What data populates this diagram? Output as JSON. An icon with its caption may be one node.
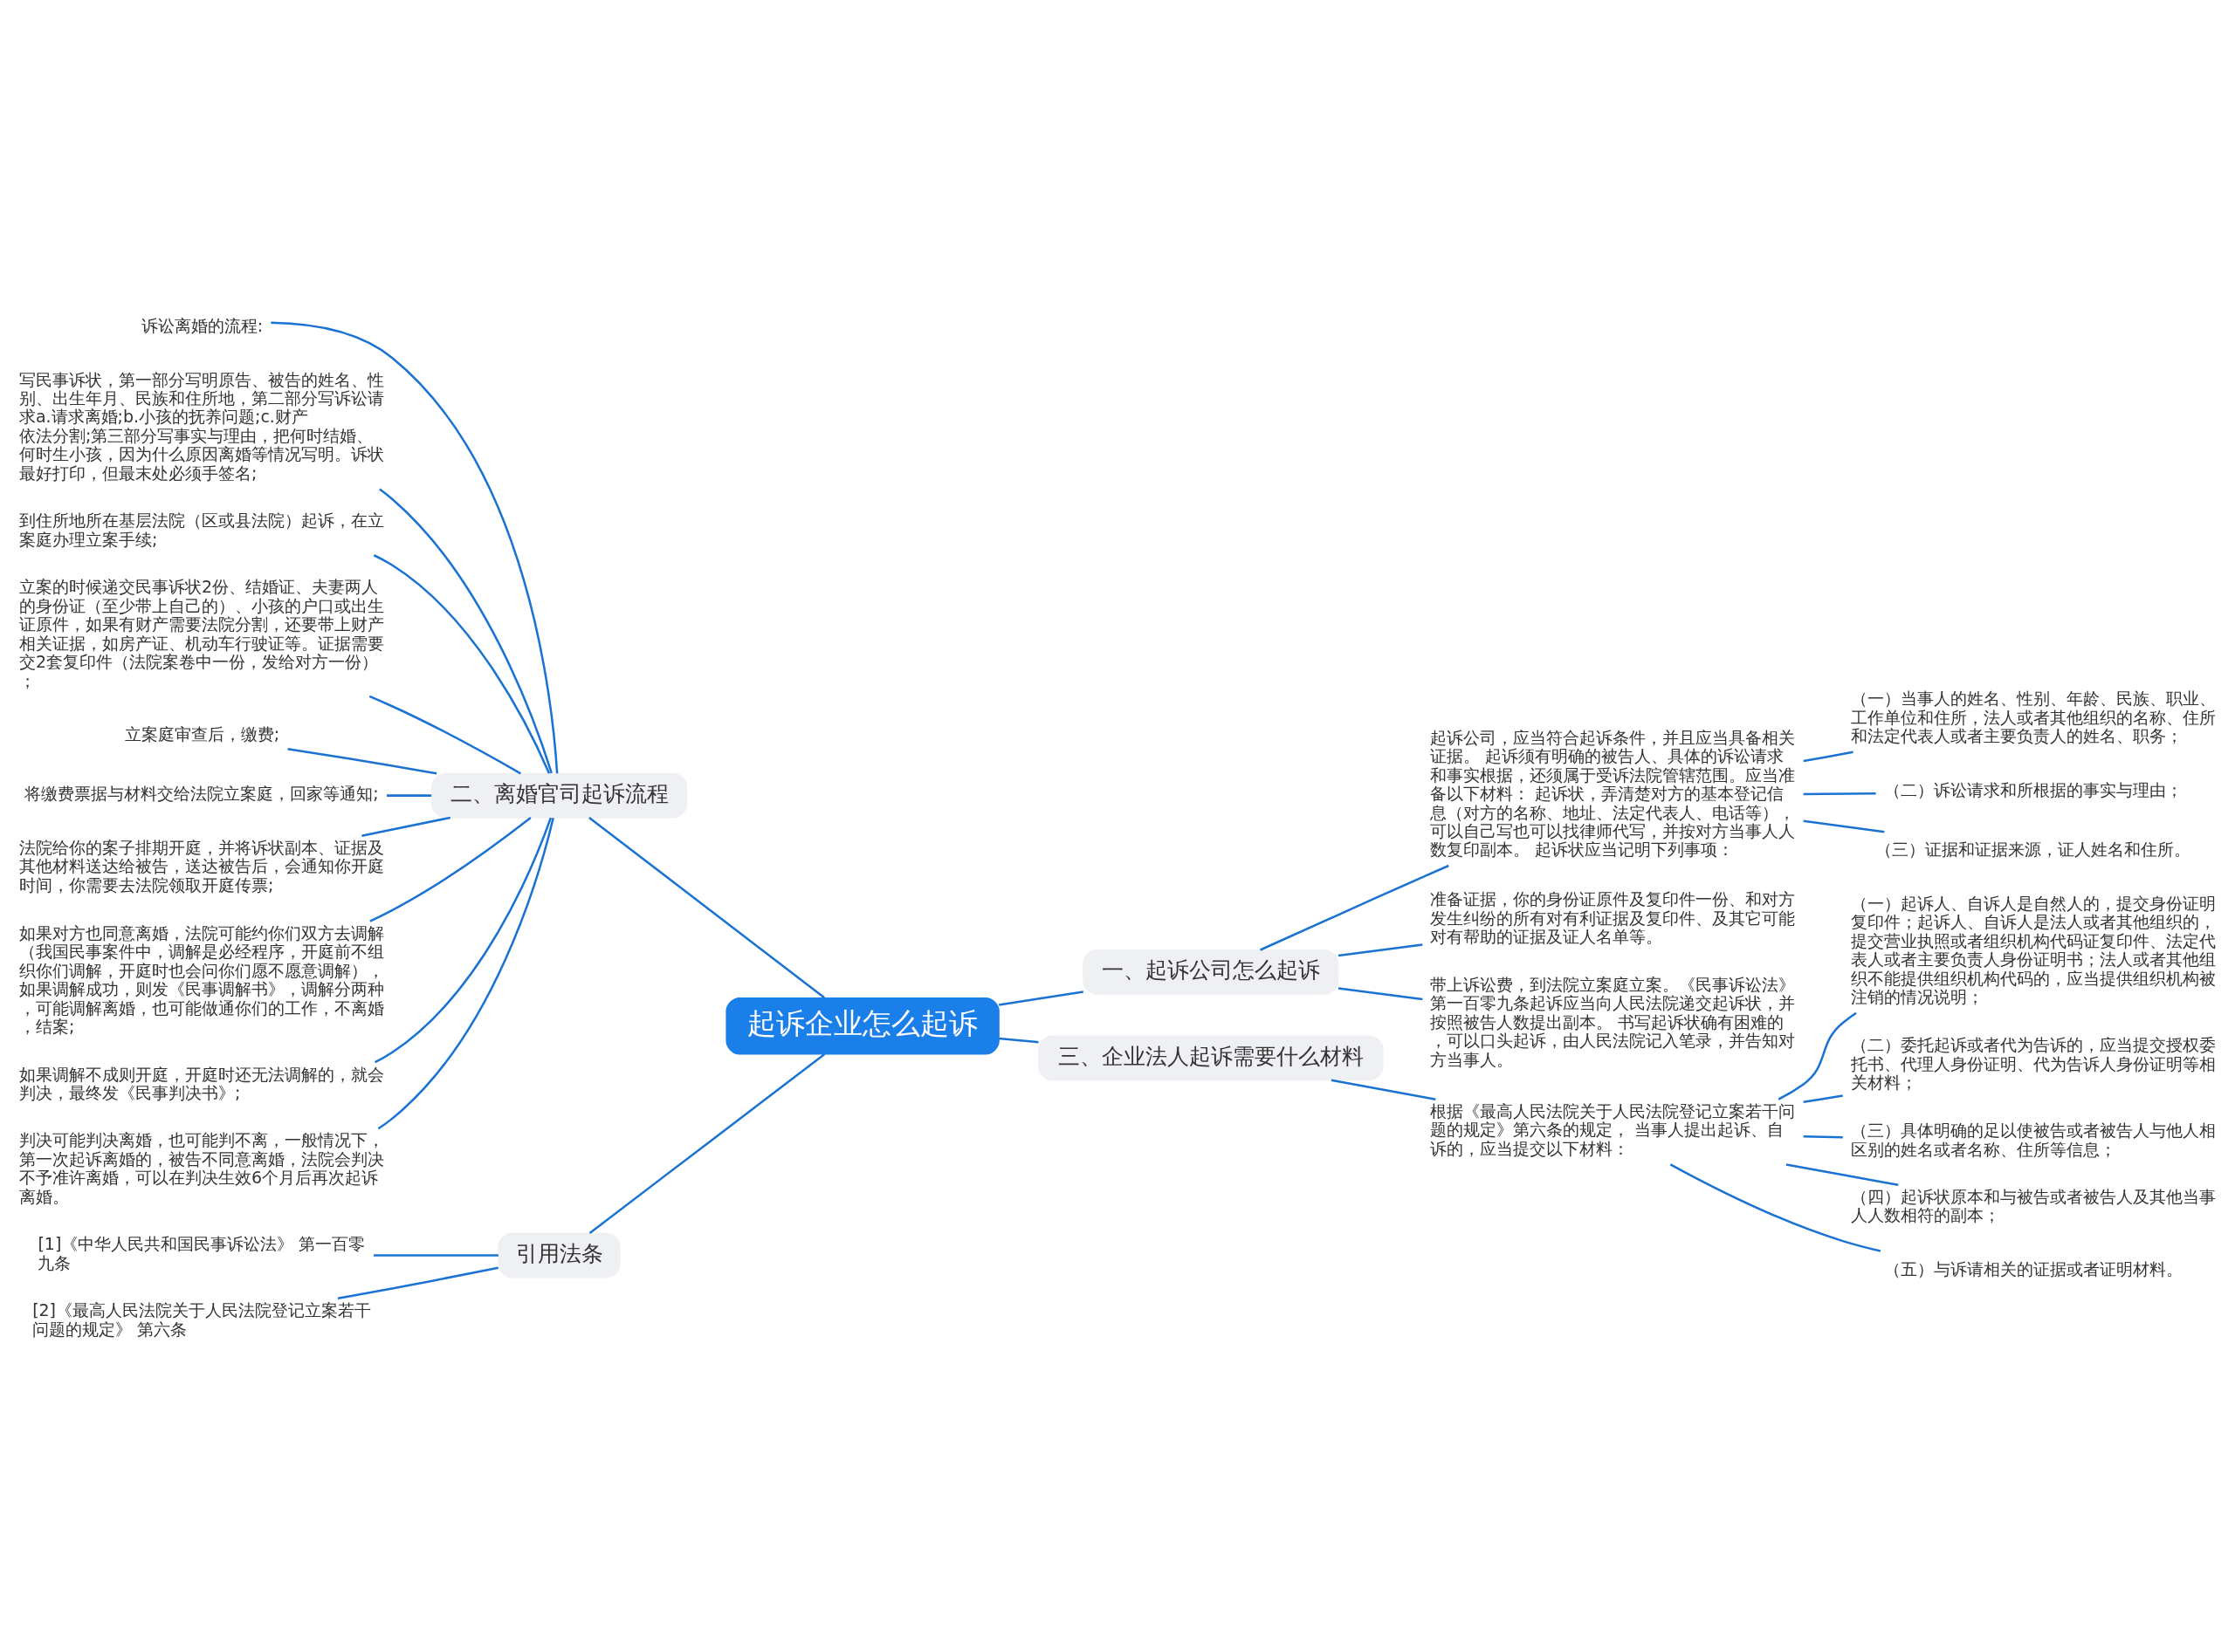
{
  "diagram": {
    "nodes": [
      {
        "text": [
          "起诉企业怎么起诉"
        ]
      },
      {
        "text": [
          "二、离婚官司起诉流程"
        ]
      },
      {
        "text": [
          "诉讼离婚的流程:"
        ]
      },
      {
        "text": [
          "写民事诉状，第一部分写明原告、被告的姓名、性别、出生年月、民族和住所地，第二部分写诉讼请求a.请求离婚;b.小孩的抚养问题;c.财产依法分割;第三部分写事实与理由，把何时结婚、何时生小孩，因为什么原因离婚等情况写明。诉状最好打印，但最末处必须手签名;"
        ]
      },
      {
        "text": [
          "到住所地所在基层法院（区或县法院）起诉，在立案庭办理立案手续;"
        ]
      },
      {
        "text": [
          "立案的时候递交民事诉状2份、结婚证、夫妻两人的身份证（至少带上自己的）、小孩的户口或出生证原件，如果有财产需要法院分割，还要带上财产相关证据，如房产证、机动车行驶证等。证据需要交2套复印件（法院案卷中一份，发给对方一份）；"
        ]
      },
      {
        "text": [
          "立案庭审查后，缴费;"
        ]
      },
      {
        "text": [
          "将缴费票据与材料交给法院立案庭，回家等通知;"
        ]
      },
      {
        "text": [
          "法院给你的案子排期开庭，并将诉状副本、证据及其他材料送达给被告，送达被告后，会通知你开庭时间，你需要去法院领取开庭传票;"
        ]
      },
      {
        "text": [
          "如果对方也同意离婚，法院可能约你们双方去调解（我国民事案件中，调解是必经程序，开庭前不组织你们调解，开庭时也会问你们愿不愿意调解），如果调解成功，则发《民事调解书》，调解分两种，可能调解离婚，也可能做通你们的工作，不离婚，结案;"
        ]
      },
      {
        "text": [
          "如果调解不成则开庭，开庭时还无法调解的，就会判决，最终发《民事判决书》;"
        ]
      },
      {
        "text": [
          "判决可能判决离婚，也可能判不离，一般情况下，第一次起诉离婚的，被告不同意离婚，法院会判决不予准许离婚，可以在判决生效6个月后再次起诉离婚。"
        ]
      },
      {
        "text": [
          "引用法条"
        ]
      },
      {
        "text": [
          "[1]《中华人民共和国民事诉讼法》 第一百零九条"
        ]
      },
      {
        "text": [
          "[2]《最高人民法院关于人民法院登记立案若干问题的规定》 第六条"
        ]
      },
      {
        "text": [
          "一、起诉公司怎么起诉"
        ]
      },
      {
        "text": [
          "起诉公司，应当符合起诉条件，并且应当具备相关证据。 起诉须有明确的被告人、具体的诉讼请求和事实根据，还须属于受诉法院管辖范围。应当准备以下材料： 起诉状，弄清楚对方的基本登记信息（对方的名称、地址、法定代表人、电话等），可以自己写也可以找律师代写，并按对方当事人人数复印副本。 起诉状应当记明下列事项："
        ]
      },
      {
        "text": [
          "（一）当事人的姓名、性别、年龄、民族、职业、工作单位和住所，法人或者其他组织的名称、住所和法定代表人或者主要负责人的姓名、职务；"
        ]
      },
      {
        "text": [
          "（二）诉讼请求和所根据的事实与理由；"
        ]
      },
      {
        "text": [
          "（三）证据和证据来源，证人姓名和住所。"
        ]
      },
      {
        "text": [
          "准备证据，你的身份证原件及复印件一份、和对方发生纠纷的所有对有利证据及复印件、及其它可能对有帮助的证据及证人名单等。"
        ]
      },
      {
        "text": [
          "带上诉讼费，到法院立案庭立案。《民事诉讼法》第一百零九条起诉应当向人民法院递交起诉状，并按照被告人数提出副本。 书写起诉状确有困难的，可以口头起诉，由人民法院记入笔录，并告知对方当事人。"
        ]
      },
      {
        "text": [
          "三、企业法人起诉需要什么材料"
        ]
      },
      {
        "text": [
          "根据《最高人民法院关于人民法院登记立案若干问题的规定》第六条的规定， 当事人提出起诉、自诉的，应当提交以下材料："
        ]
      },
      {
        "text": [
          "（一）起诉人、自诉人是自然人的，提交身份证明复印件；起诉人、自诉人是法人或者其他组织的，提交营业执照或者组织机构代码证复印件、法定代表人或者主要负责人身份证明书；法人或者其他组织不能提供组织机构代码的，应当提供组织机构被注销的情况说明；"
        ]
      },
      {
        "text": [
          "（二）委托起诉或者代为告诉的，应当提交授权委托书、代理人身份证明、代为告诉人身份证明等相关材料；"
        ]
      },
      {
        "text": [
          "（三）具体明确的足以使被告或者被告人与他人相区别的姓名或者名称、住所等信息；"
        ]
      },
      {
        "text": [
          "（四）起诉状原本和与被告或者被告人及其他当事人人数相符的副本；"
        ]
      },
      {
        "text": [
          "（五）与诉请相关的证据或者证明材料。"
        ]
      }
    ],
    "edges": [
      {
        "from": 0,
        "to": 1,
        "arrow": "none"
      },
      {
        "from": 1,
        "to": 2,
        "arrow": "none"
      },
      {
        "from": 1,
        "to": 3,
        "arrow": "none"
      },
      {
        "from": 1,
        "to": 4,
        "arrow": "none"
      },
      {
        "from": 1,
        "to": 5,
        "arrow": "none"
      },
      {
        "from": 1,
        "to": 6,
        "arrow": "none"
      },
      {
        "from": 1,
        "to": 7,
        "arrow": "none"
      },
      {
        "from": 1,
        "to": 8,
        "arrow": "none"
      },
      {
        "from": 1,
        "to": 9,
        "arrow": "none"
      },
      {
        "from": 1,
        "to": 10,
        "arrow": "none"
      },
      {
        "from": 1,
        "to": 11,
        "arrow": "none"
      },
      {
        "from": 0,
        "to": 12,
        "arrow": "none"
      },
      {
        "from": 12,
        "to": 13,
        "arrow": "none"
      },
      {
        "from": 12,
        "to": 14,
        "arrow": "none"
      },
      {
        "from": 0,
        "to": 15,
        "arrow": "none"
      },
      {
        "from": 15,
        "to": 16,
        "arrow": "none"
      },
      {
        "from": 16,
        "to": 17,
        "arrow": "none"
      },
      {
        "from": 16,
        "to": 18,
        "arrow": "none"
      },
      {
        "from": 16,
        "to": 19,
        "arrow": "none"
      },
      {
        "from": 15,
        "to": 20,
        "arrow": "none"
      },
      {
        "from": 15,
        "to": 21,
        "arrow": "none"
      },
      {
        "from": 0,
        "to": 22,
        "arrow": "none"
      },
      {
        "from": 22,
        "to": 23,
        "arrow": "none"
      },
      {
        "from": 23,
        "to": 24,
        "arrow": "none"
      },
      {
        "from": 23,
        "to": 25,
        "arrow": "none"
      },
      {
        "from": 23,
        "to": 26,
        "arrow": "none"
      },
      {
        "from": 23,
        "to": 27,
        "arrow": "none"
      },
      {
        "from": 23,
        "to": 28,
        "arrow": "none"
      }
    ]
  }
}
